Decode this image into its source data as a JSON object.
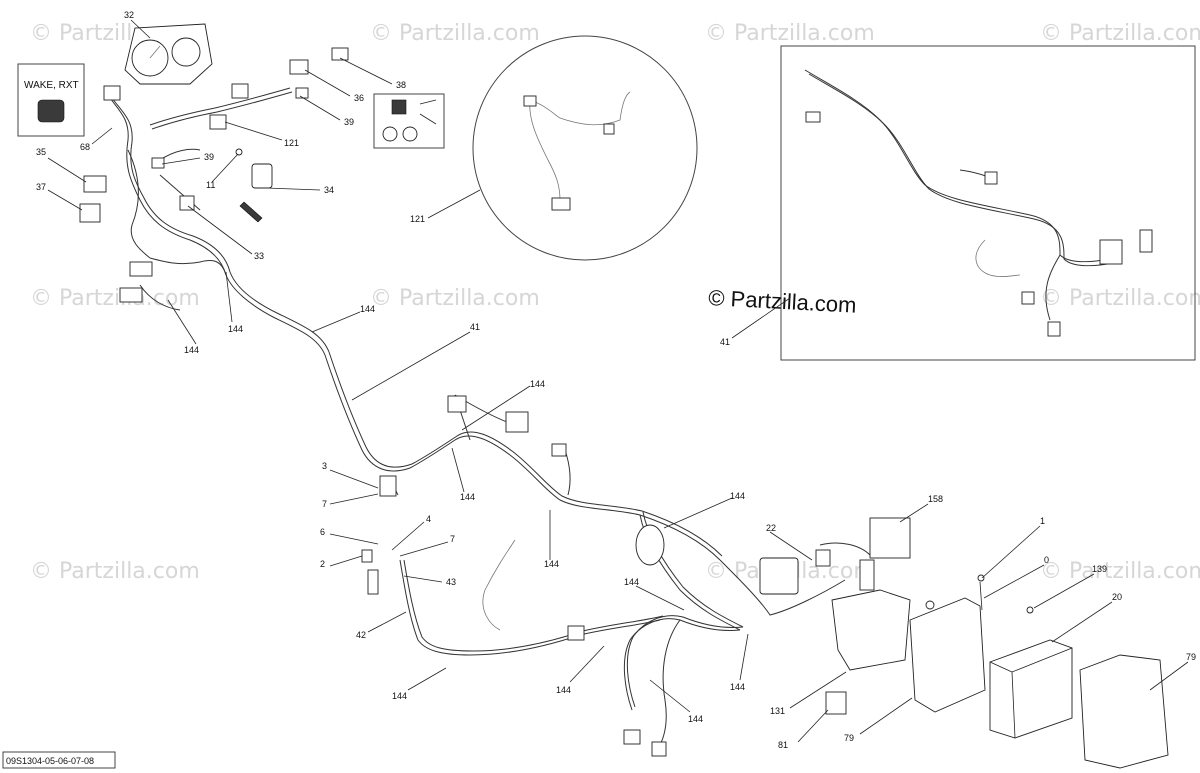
{
  "diagram": {
    "watermark": "© Partzilla.com",
    "brand_label": "© Partzilla.com",
    "model_box_label": "WAKE, RXT",
    "drawing_id": "09S1304-05-06-07-08",
    "callouts": {
      "c32": "32",
      "c38": "38",
      "c36": "36",
      "c39a": "39",
      "c121a": "121",
      "c68": "68",
      "c35": "35",
      "c39b": "39",
      "c37": "37",
      "c11": "11",
      "c34": "34",
      "c33": "33",
      "c121b": "121",
      "c41a": "41",
      "c41b": "41",
      "c144a": "144",
      "c144b": "144",
      "c144c": "144",
      "c144d": "144",
      "c144e": "144",
      "c144f": "144",
      "c144g": "144",
      "c144h": "144",
      "c144i": "144",
      "c144j": "144",
      "c144k": "144",
      "c144l": "144",
      "c3": "3",
      "c7a": "7",
      "c6": "6",
      "c4": "4",
      "c7b": "7",
      "c2": "2",
      "c43": "43",
      "c42": "42",
      "c22": "22",
      "c158": "158",
      "c1": "1",
      "c0": "0",
      "c139": "139",
      "c20": "20",
      "c79a": "79",
      "c131": "131",
      "c81": "81",
      "c79b": "79"
    }
  }
}
